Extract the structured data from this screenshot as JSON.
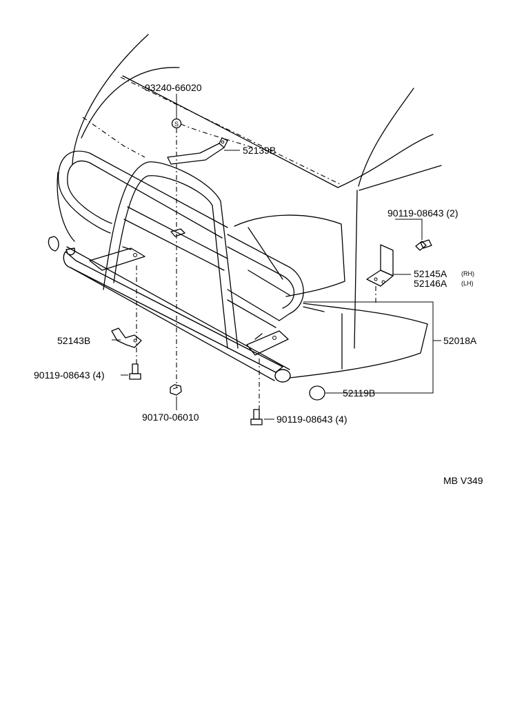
{
  "parts": {
    "p93240": "93240-66020",
    "p52139b": "52139B",
    "p90119_top": "90119-08643 (2)",
    "p52145a": "52145A",
    "p52145a_side": "(RH)",
    "p52146a": "52146A",
    "p52146a_side": "(LH)",
    "p52018a": "52018A",
    "p52143b": "52143B",
    "p90119_left": "90119-08643 (4)",
    "p90170": "90170-06010",
    "p52119b": "52119B",
    "p90119_bottom": "90119-08643 (4)"
  },
  "symbols": {
    "washer_mark": "S"
  },
  "diagram_code": "MB V349"
}
